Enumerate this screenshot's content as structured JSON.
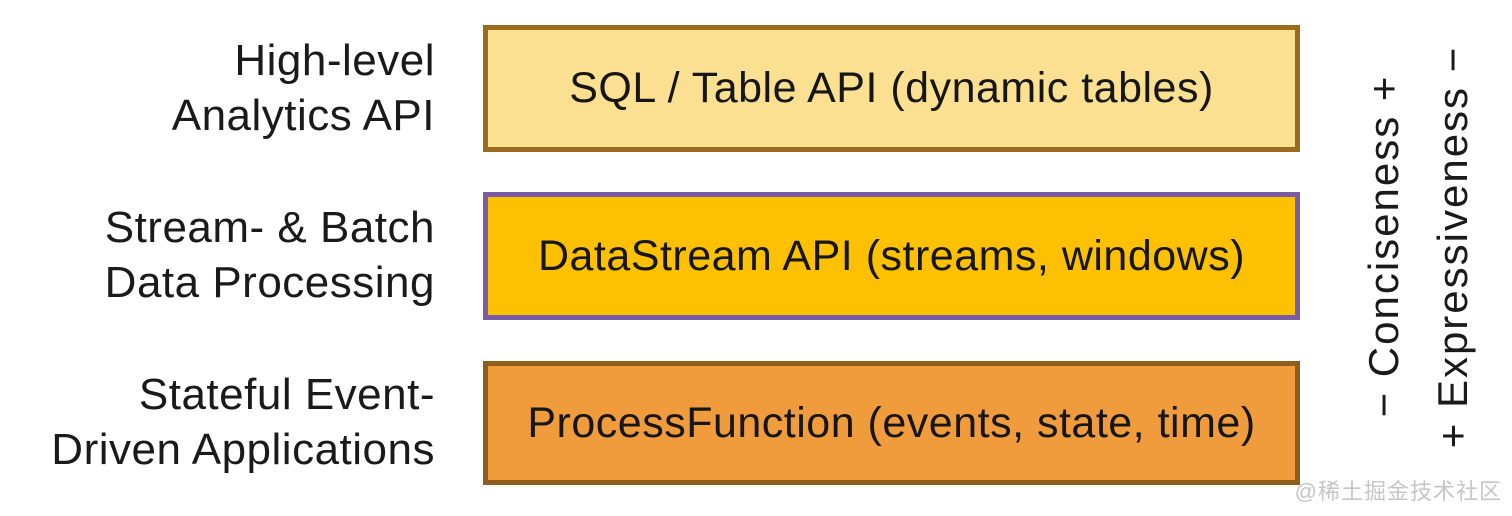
{
  "diagram": {
    "background": "#FFFFFF",
    "text_color": "#1A1A1A",
    "layers": [
      {
        "label_line1": "High-level",
        "label_line2": "Analytics API",
        "box_text": "SQL / Table API (dynamic tables)",
        "fill_color": "#FBE092",
        "border_color": "#9A6B1E"
      },
      {
        "label_line1": "Stream- & Batch",
        "label_line2": "Data Processing",
        "box_text": "DataStream API (streams, windows)",
        "fill_color": "#FDC101",
        "border_color": "#7A5CA4"
      },
      {
        "label_line1": "Stateful Event-",
        "label_line2": "Driven Applications",
        "box_text": "ProcessFunction (events, state, time)",
        "fill_color": "#F09C3D",
        "border_color": "#8F5E1D"
      }
    ],
    "axis_labels": [
      {
        "text": "− Conciseness +"
      },
      {
        "text": "+ Expressiveness −"
      }
    ],
    "watermark": "@稀土掘金技术社区",
    "watermark_color": "#C6C6C6"
  }
}
